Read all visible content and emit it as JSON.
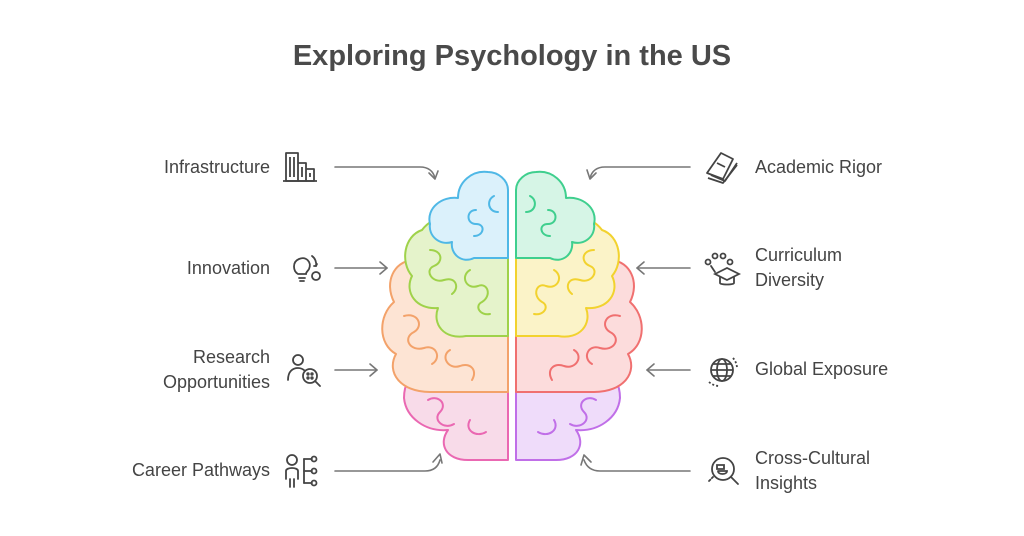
{
  "title": "Exploring Psychology in the US",
  "left_items": [
    {
      "label": "Infrastructure",
      "icon": "buildings-icon"
    },
    {
      "label": "Innovation",
      "icon": "lightbulb-icon"
    },
    {
      "label": "Research Opportunities",
      "icon": "person-search-icon"
    },
    {
      "label": "Career Pathways",
      "icon": "person-network-icon"
    }
  ],
  "right_items": [
    {
      "label": "Academic Rigor",
      "icon": "open-book-icon"
    },
    {
      "label": "Curriculum Diversity",
      "icon": "graduation-cap-icon"
    },
    {
      "label": "Global Exposure",
      "icon": "globe-icon"
    },
    {
      "label": "Cross-Cultural Insights",
      "icon": "cultural-search-icon"
    }
  ],
  "colors": {
    "blue": "#4fb8e6",
    "light_green": "#9fd24a",
    "orange": "#f3a26a",
    "pink": "#ea68b2",
    "green": "#3fcf8e",
    "yellow": "#f2d22e",
    "red": "#f07070",
    "purple": "#c06fe8"
  }
}
